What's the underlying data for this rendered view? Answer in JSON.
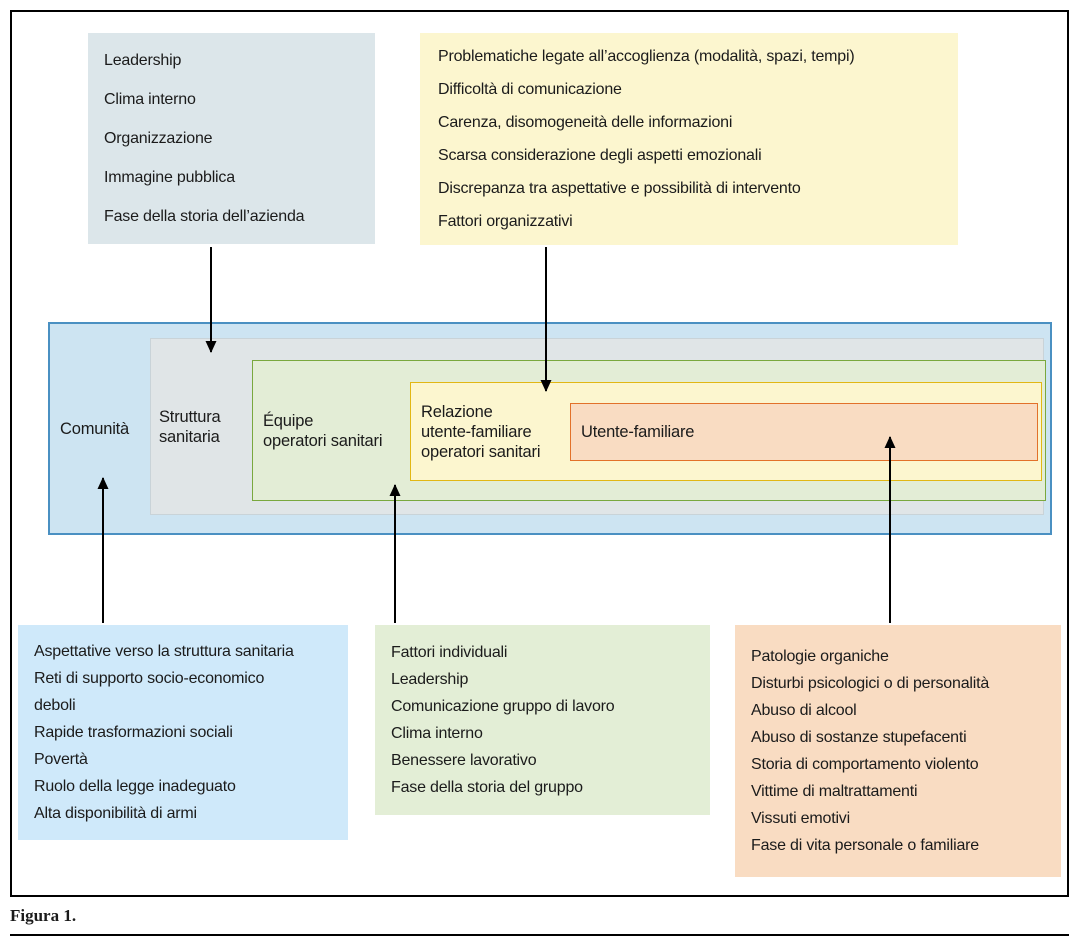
{
  "figure": {
    "caption": "Figura 1."
  },
  "layers": {
    "comunita": {
      "label": "Comunità",
      "lines": [
        "Comunità"
      ],
      "fill": "#cde4f2",
      "border": "#4a90c2"
    },
    "struttura_sanitaria": {
      "label": "Struttura sanitaria",
      "lines": [
        "Struttura",
        "sanitaria"
      ],
      "fill": "#e0e5e7",
      "border": "#c9d3d8"
    },
    "equipe": {
      "label": "Équipe operatori sanitari",
      "lines": [
        "Équipe",
        "operatori sanitari"
      ],
      "fill": "#e3edd6",
      "border": "#7aa83e"
    },
    "relazione": {
      "label": "Relazione utente-familiare operatori sanitari",
      "lines": [
        "Relazione",
        "utente-familiare",
        "operatori sanitari"
      ],
      "fill": "#fcf6cf",
      "border": "#e2b714"
    },
    "utente_familiare": {
      "label": "Utente-familiare",
      "lines": [
        "Utente-familiare"
      ],
      "fill": "#f9dcc2",
      "border": "#e2712a"
    }
  },
  "annotations": {
    "top_left": {
      "bg": "#dce6ea",
      "items": [
        "Leadership",
        "Clima interno",
        "Organizzazione",
        "Immagine pubblica",
        "Fase della storia dell’azienda"
      ]
    },
    "top_right": {
      "bg": "#fcf6cf",
      "items": [
        "Problematiche legate all’accoglienza (modalità, spazi, tempi)",
        "Difficoltà di comunicazione",
        "Carenza, disomogeneità delle informazioni",
        "Scarsa considerazione degli aspetti emozionali",
        "Discrepanza tra aspettative e possibilità di intervento",
        "Fattori organizzativi"
      ]
    },
    "bottom_left": {
      "bg": "#cfe9fa",
      "items": [
        "Aspettative verso la struttura sanitaria",
        "Reti di supporto socio-economico deboli",
        "Rapide trasformazioni sociali",
        "Povertà",
        "Ruolo della legge inadeguato",
        "Alta disponibilità di armi"
      ]
    },
    "bottom_middle": {
      "bg": "#e3eed6",
      "items": [
        "Fattori individuali",
        "Leadership",
        "Comunicazione gruppo di lavoro",
        "Clima interno",
        "Benessere lavorativo",
        "Fase della storia del gruppo"
      ]
    },
    "bottom_right": {
      "bg": "#f9dcc2",
      "items": [
        "Patologie organiche",
        "Disturbi psicologici o di personalità",
        "Abuso di alcool",
        "Abuso di sostanze stupefacenti",
        "Storia di comportamento violento",
        "Vittime di maltrattamenti",
        "Vissuti emotivi",
        "Fase di vita personale o familiare"
      ]
    }
  },
  "arrows": [
    {
      "from": "top_left_box",
      "to": "struttura_sanitaria",
      "direction": "down"
    },
    {
      "from": "top_right_box",
      "to": "relazione",
      "direction": "down"
    },
    {
      "from": "bottom_left_box",
      "to": "comunita",
      "direction": "up"
    },
    {
      "from": "bottom_middle_box",
      "to": "equipe",
      "direction": "up"
    },
    {
      "from": "bottom_right_box",
      "to": "utente_familiare",
      "direction": "up"
    }
  ]
}
